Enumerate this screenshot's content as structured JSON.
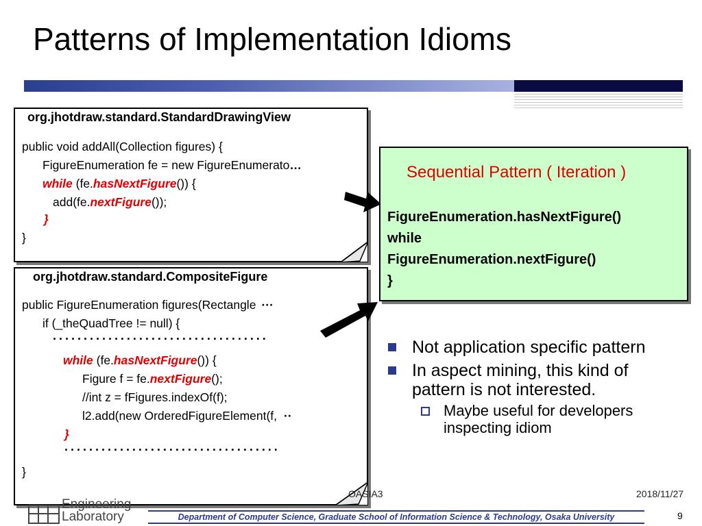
{
  "slide": {
    "title": "Patterns of Implementation Idioms",
    "page_number": "9",
    "date": "2018/11/27",
    "conference": "OASIA3"
  },
  "code_box_1": {
    "header": "org.jhotdraw.standard.StandardDrawingView",
    "line1": "public void addAll(Collection figures) {",
    "line2_prefix": "FigureEnumeration fe = new FigureEnumerato",
    "line2_suffix": "…",
    "line3_kw": "while",
    "line3_mid": " (fe.",
    "line3_kw2": "hasNextFigure",
    "line3_end": "()) {",
    "line4_start": "add(fe.",
    "line4_kw": "nextFigure",
    "line4_end": "());",
    "line5_kw": "}",
    "line6": "}"
  },
  "code_box_2": {
    "header": "org.jhotdraw.standard.CompositeFigure",
    "line1": "public FigureEnumeration figures(Rectangle",
    "line1_suffix": "···",
    "line2": "if (_theQuadTree != null) {",
    "dots1": "···································",
    "line3_kw": "while",
    "line3_mid": " (fe.",
    "line3_kw2": "hasNextFigure",
    "line3_end": "()) {",
    "line4_start": "Figure f = fe.",
    "line4_kw": "nextFigure",
    "line4_end": "();",
    "line5": "//int z = fFigures.indexOf(f);",
    "line6": "l2.add(new OrderedFigureElement(f,",
    "line6_suffix": "··",
    "line7_kw": "}",
    "dots2": "···································",
    "line8": "}"
  },
  "sequential_box": {
    "title": "Sequential Pattern ( Iteration )",
    "line1": "FigureEnumeration.hasNextFigure()",
    "line2": "while",
    "line3": "FigureEnumeration.nextFigure()",
    "line4": "}"
  },
  "bullets": [
    {
      "text": "Not application specific pattern"
    },
    {
      "text": "In aspect mining, this kind of"
    },
    {
      "text": "pattern is not interested."
    }
  ],
  "sub_bullets": [
    {
      "text": "Maybe useful for developers"
    },
    {
      "text": "inspecting idiom"
    }
  ],
  "footer": {
    "department": "Department of Computer Science, Graduate School of Information Science & Technology, Osaka University",
    "logo_line1": "Engineering",
    "logo_line2": "Laboratory"
  },
  "colors": {
    "accent_blue": "#2b3b8c",
    "keyword_red": "#e00000",
    "highlight_green": "#ccffcc"
  }
}
